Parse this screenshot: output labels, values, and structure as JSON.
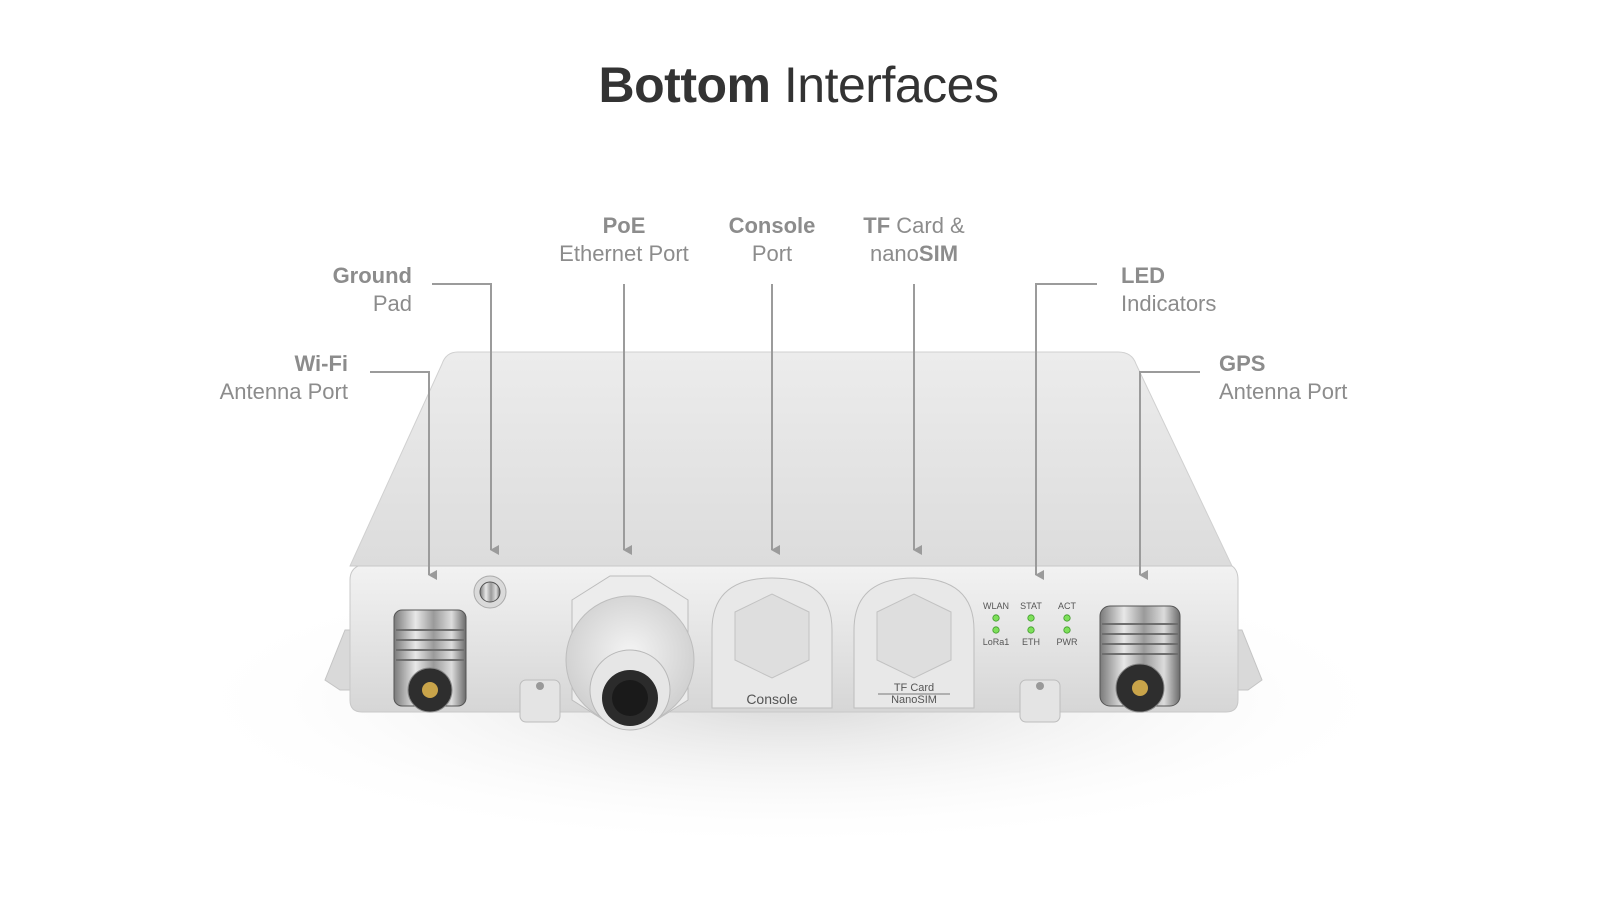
{
  "title": {
    "bold": "Bottom",
    "light": "Interfaces"
  },
  "callouts": {
    "wifi": {
      "line1": "Wi-Fi",
      "line2": "Antenna Port"
    },
    "ground": {
      "line1": "Ground",
      "line2": "Pad"
    },
    "poe": {
      "line1": "PoE",
      "line2": "Ethernet Port"
    },
    "console": {
      "line1": "Console",
      "line2": "Port"
    },
    "tf": {
      "line1_bold": "TF",
      "line1_rest": " Card &",
      "line2_rest": "nano",
      "line2_bold": "SIM"
    },
    "led": {
      "line1": "LED",
      "line2": "Indicators"
    },
    "gps": {
      "line1": "GPS",
      "line2": "Antenna Port"
    }
  },
  "device": {
    "console_label": "Console",
    "tf_label_top": "TF Card",
    "tf_label_bottom": "NanoSIM",
    "led_top": [
      "WLAN",
      "STAT",
      "ACT"
    ],
    "led_bottom": [
      "LoRa1",
      "ETH",
      "PWR"
    ]
  },
  "colors": {
    "leader": "#9b9b9b",
    "led": "#7ee05a",
    "body": "#e3e3e3"
  }
}
